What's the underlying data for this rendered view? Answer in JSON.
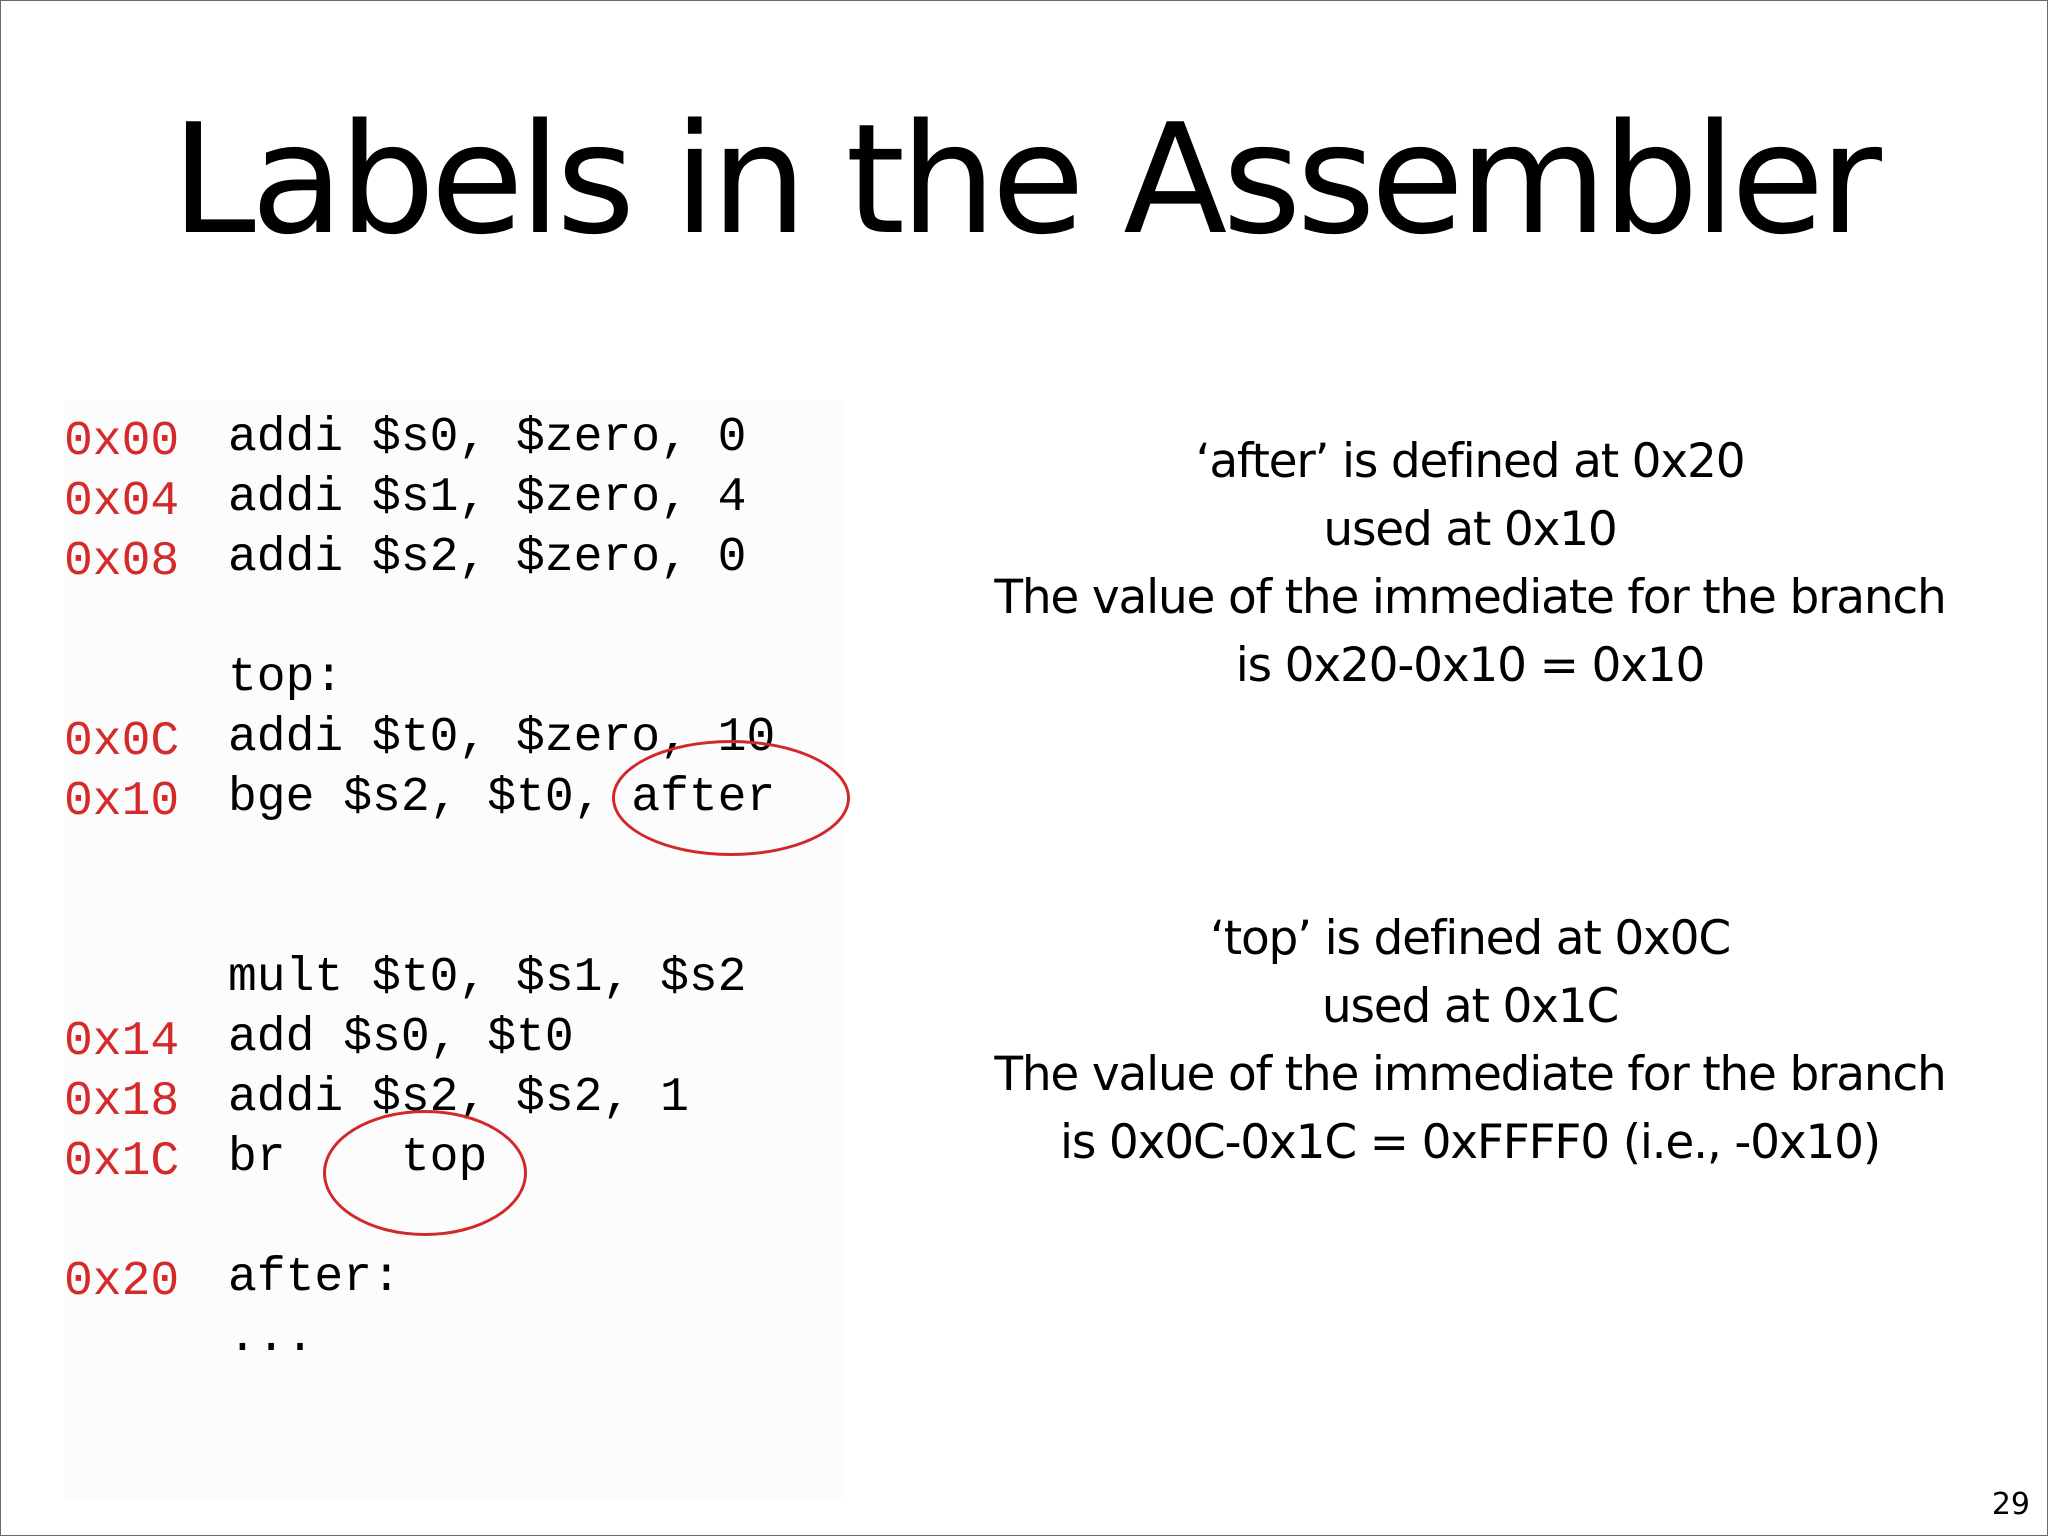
{
  "slide": {
    "title": "Labels in the Assembler",
    "page_number": "29"
  },
  "code": {
    "lines": [
      {
        "addr": "0x00",
        "instr": "addi $s0, $zero, 0"
      },
      {
        "addr": "0x04",
        "instr": "addi $s1, $zero, 4"
      },
      {
        "addr": "0x08",
        "instr": "addi $s2, $zero, 0"
      },
      {
        "addr": "",
        "instr": "top:"
      },
      {
        "addr": "0x0C",
        "instr": "addi $t0, $zero, 10"
      },
      {
        "addr": "0x10",
        "instr": "bge $s2, $t0, after"
      },
      {
        "addr": "",
        "instr": "mult $t0, $s1, $s2"
      },
      {
        "addr": "0x14",
        "instr": "add $s0, $t0"
      },
      {
        "addr": "0x18",
        "instr": "addi $s2, $s2, 1"
      },
      {
        "addr": "0x1C",
        "instr": "br    top"
      },
      {
        "addr": "0x20",
        "instr": "after:"
      },
      {
        "addr": "",
        "instr": "..."
      }
    ]
  },
  "notes": {
    "after": [
      "‘after’ is defined at 0x20",
      "used at 0x10",
      "The value of the immediate for the branch",
      "is 0x20-0x10 = 0x10"
    ],
    "top": [
      "‘top’ is defined at 0x0C",
      "used at 0x1C",
      "The value of the immediate for the branch",
      "is 0x0C-0x1C = 0xFFFF0 (i.e., -0x10)"
    ]
  },
  "colors": {
    "address": "#d42a2a",
    "highlight_circle": "#d12828",
    "text": "#000000",
    "background": "#ffffff"
  }
}
